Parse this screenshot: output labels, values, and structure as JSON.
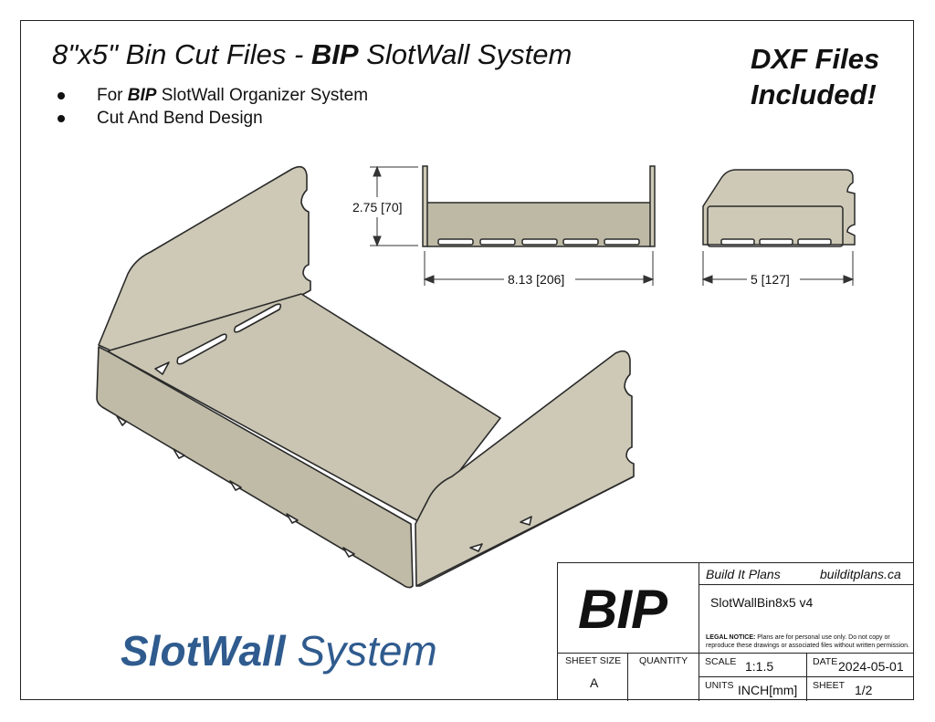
{
  "header": {
    "title_main": "8\"x5\" Bin Cut Files - ",
    "title_bold": "BIP",
    "title_rest": " SlotWall System",
    "dxf_line1": "DXF Files",
    "dxf_line2": "Included!"
  },
  "bullets": [
    {
      "prefix": "For ",
      "bold": "BIP",
      "rest": " SlotWall Organizer System"
    },
    {
      "prefix": "Cut And Bend Design",
      "bold": "",
      "rest": ""
    }
  ],
  "dimensions": {
    "height": "2.75 [70]",
    "length": "8.13 [206]",
    "depth": "5 [127]"
  },
  "brand": {
    "bold": "SlotWall",
    "rest": " System",
    "color": "#2f5b8e"
  },
  "title_block": {
    "logo": "BIP",
    "company": "Build It Plans",
    "website": "builditplans.ca",
    "drawing_name": "SlotWallBin8x5 v4",
    "legal_label": "LEGAL NOTICE:",
    "legal_text_1": " Plans are for personal use only. Do not copy or",
    "legal_text_2": "reproduce these drawings or associated files without written permission.",
    "sheet_size_label": "SHEET SIZE",
    "sheet_size": "A",
    "quantity_label": "QUANTITY",
    "quantity": "",
    "scale_label": "SCALE",
    "scale": "1:1.5",
    "date_label": "DATE",
    "date": "2024-05-01",
    "units_label": "UNITS",
    "units": "INCH[mm]",
    "sheet_label": "SHEET",
    "sheet": "1/2"
  },
  "colors": {
    "part_fill": "#cdc9b6",
    "part_shade": "#b8b4a0",
    "part_edge": "#2a2a2a"
  }
}
